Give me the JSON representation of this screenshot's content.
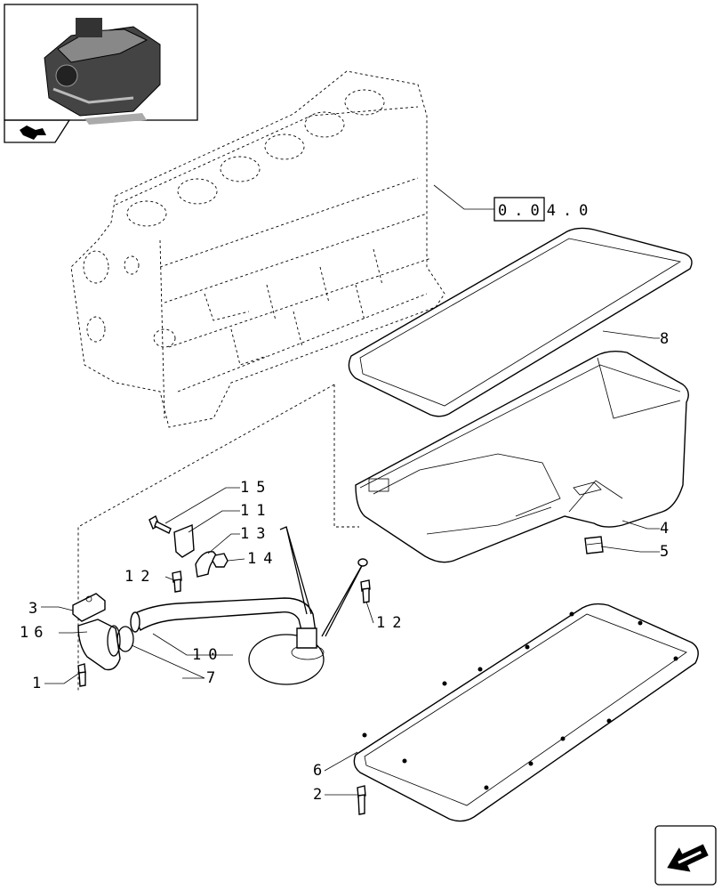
{
  "reference_box": {
    "label": "0.04.0"
  },
  "callouts": [
    {
      "id": "c1",
      "label": "1"
    },
    {
      "id": "c2",
      "label": "2"
    },
    {
      "id": "c3",
      "label": "3"
    },
    {
      "id": "c4",
      "label": "4"
    },
    {
      "id": "c5",
      "label": "5"
    },
    {
      "id": "c6",
      "label": "6"
    },
    {
      "id": "c7",
      "label": "7"
    },
    {
      "id": "c8",
      "label": "8"
    },
    {
      "id": "c10",
      "label": "10"
    },
    {
      "id": "c11",
      "label": "11"
    },
    {
      "id": "c12a",
      "label": "12"
    },
    {
      "id": "c12b",
      "label": "12"
    },
    {
      "id": "c13",
      "label": "13"
    },
    {
      "id": "c14",
      "label": "14"
    },
    {
      "id": "c15",
      "label": "15"
    },
    {
      "id": "c16",
      "label": "16"
    }
  ],
  "icons": {
    "thumbnail": "engine-thumbnail-icon",
    "section_tab": "section-arrow-icon",
    "nav_next": "next-page-arrow-icon"
  }
}
